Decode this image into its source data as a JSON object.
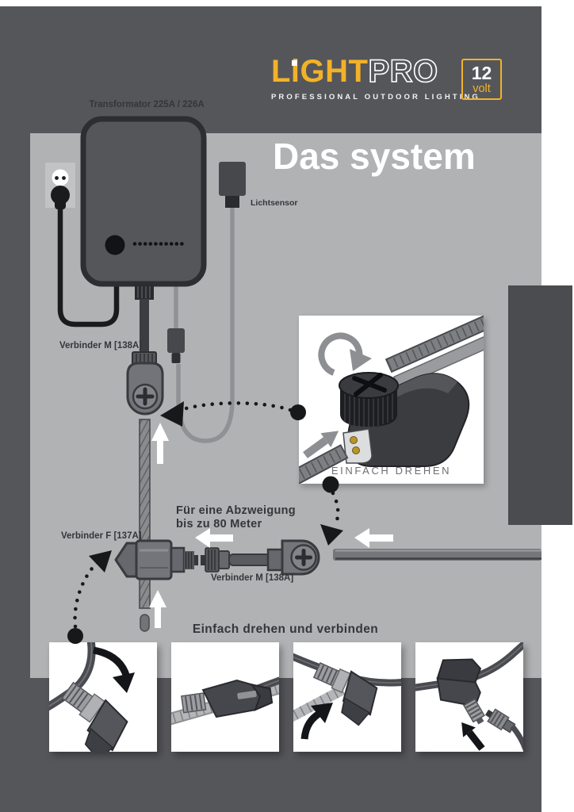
{
  "colors": {
    "background_dark": "#55565A",
    "panel_gray": "#B1B2B4",
    "right_accent_block": "#4B4C50",
    "brand_yellow": "#F2B227",
    "label_dark": "#35363A",
    "white": "#FFFFFF"
  },
  "header": {
    "logo": {
      "brand_light": "LiGHT",
      "brand_pro": "PRO",
      "tagline": "PROFESSIONAL OUTDOOR LIGHTING",
      "badge_number": "12",
      "badge_unit": "volt"
    },
    "title": "Das system"
  },
  "diagram": {
    "transformer_label": "Transformator 225A / 226A",
    "light_sensor_label": "Lichtsensor",
    "connector_m_top_label": "Verbinder M [138A]",
    "connector_f_label": "Verbinder F [137A]",
    "connector_m_branch_label": "Verbinder M [138A]",
    "branch_note_line1": "Für eine Abzweigung",
    "branch_note_line2": "bis zu 80 Meter",
    "inset_caption": "EINFACH DREHEN"
  },
  "footer": {
    "heading": "Einfach drehen und verbinden"
  }
}
